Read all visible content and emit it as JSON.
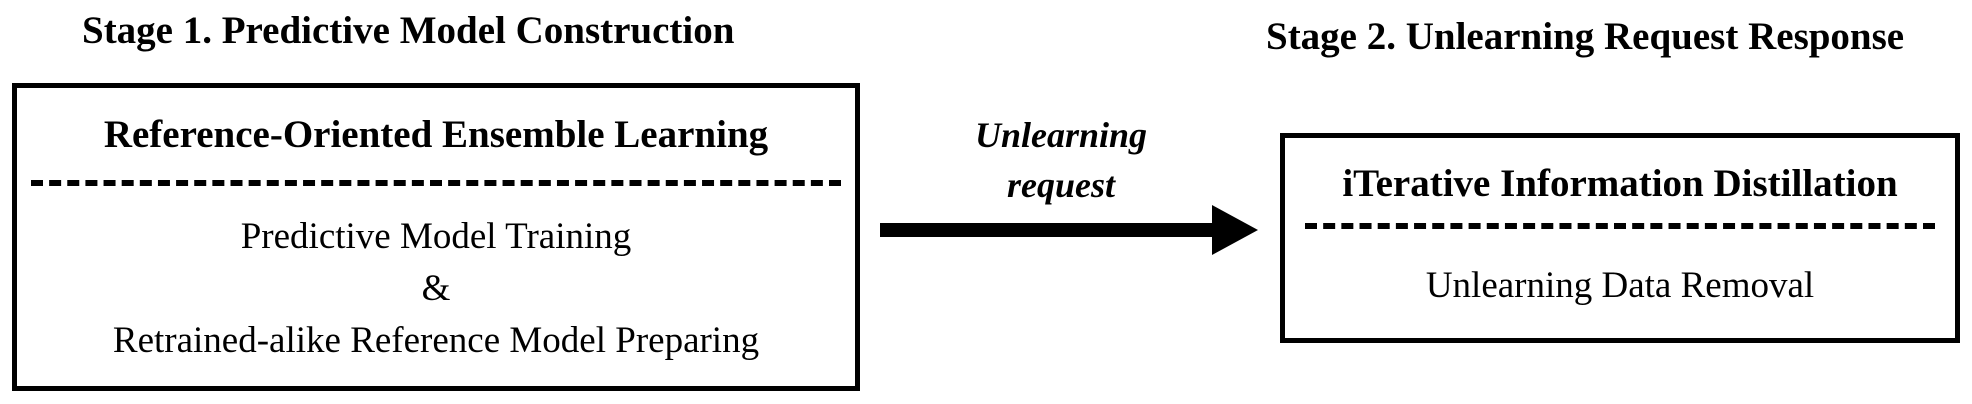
{
  "stage1": {
    "title": "Stage 1. Predictive Model Construction",
    "box_heading": "Reference-Oriented Ensemble Learning",
    "body_lines": [
      "Predictive Model Training",
      "&",
      "Retrained-alike Reference Model Preparing"
    ]
  },
  "arrow": {
    "label_lines": [
      "Unlearning",
      "request"
    ]
  },
  "stage2": {
    "title": "Stage 2. Unlearning Request Response",
    "box_heading": "iTerative Information Distillation",
    "body_lines": [
      "Unlearning Data Removal"
    ]
  }
}
